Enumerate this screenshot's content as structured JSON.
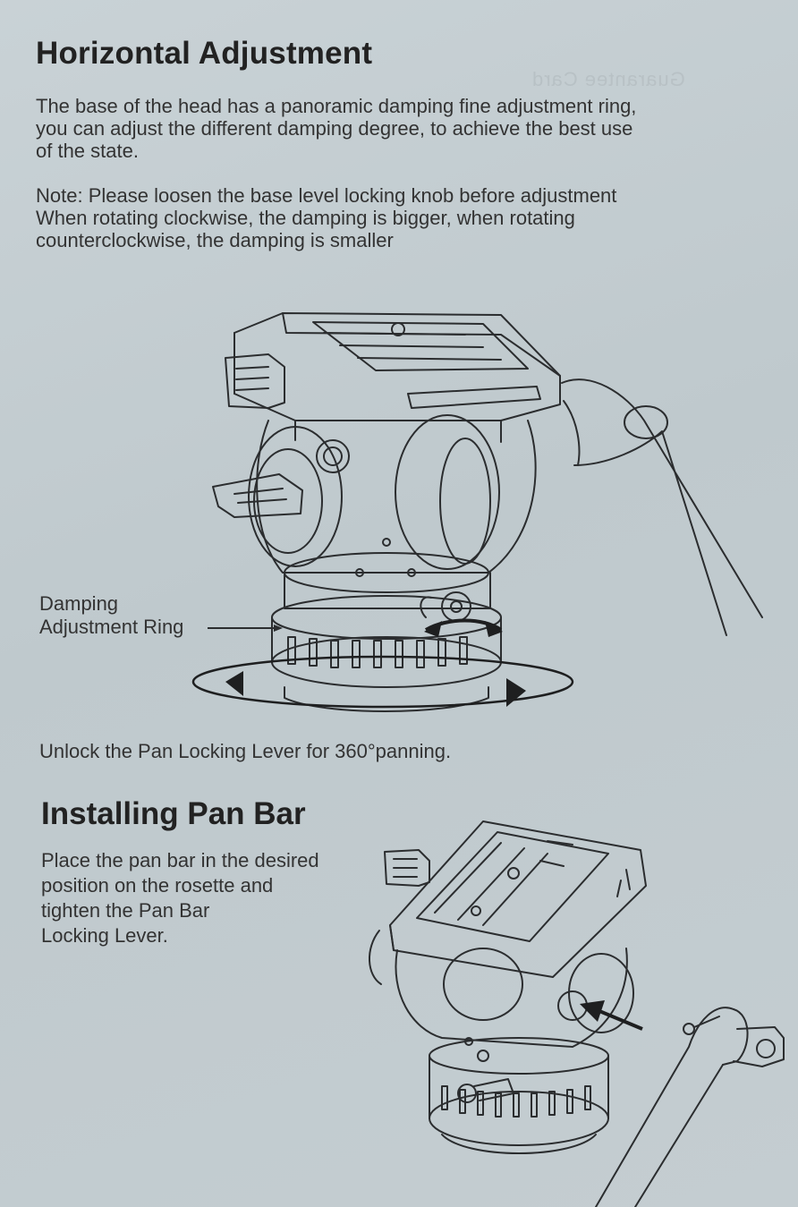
{
  "horizontal": {
    "title": "Horizontal Adjustment",
    "watermark": "Guarantee Card",
    "description_lines": [
      "The base of the head has a panoramic damping fine adjustment ring,",
      "you can adjust the different damping degree, to achieve the best use",
      "of the state."
    ],
    "note_lines": [
      "Note: Please loosen the base level locking knob before adjustment",
      "When rotating clockwise, the damping is bigger, when rotating",
      "counterclockwise, the damping is smaller"
    ],
    "callout_lines": [
      "Damping",
      "Adjustment Ring"
    ],
    "caption": "Unlock the Pan Locking Lever for 360°panning."
  },
  "pan_bar": {
    "title": "Installing Pan Bar",
    "description_lines": [
      "Place the pan bar in the desired",
      "position on the rosette and",
      "tighten the Pan Bar",
      "Locking Lever."
    ]
  },
  "icons": [
    "fluid-head-illustration",
    "rotation-arrow-icon",
    "pointer-arrow-icon",
    "pan-bar-illustration"
  ],
  "colors": {
    "background": "#c4cdd1",
    "ink": "#2a2c2e"
  }
}
